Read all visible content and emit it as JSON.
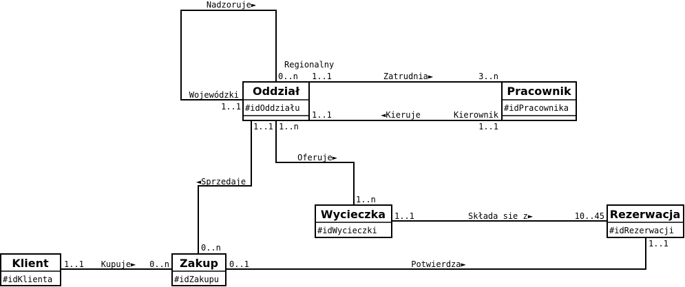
{
  "entities": {
    "oddzial": {
      "name": "Oddział",
      "attr": "#idOddziału"
    },
    "pracownik": {
      "name": "Pracownik",
      "attr": "#idPracownika"
    },
    "wycieczka": {
      "name": "Wycieczka",
      "attr": "#idWycieczki"
    },
    "rezerwacja": {
      "name": "Rezerwacja",
      "attr": "#idRezerwacji"
    },
    "klient": {
      "name": "Klient",
      "attr": "#idKlienta"
    },
    "zakup": {
      "name": "Zakup",
      "attr": "#idZakupu"
    }
  },
  "relations": {
    "nadzoruje": {
      "name": "Nadzoruje►",
      "role_top": "Regionalny",
      "card_top": "0..n",
      "role_bottom": "Wojewódzki",
      "card_bottom": "1..1"
    },
    "zatrudnia": {
      "name": "Zatrudnia►",
      "card_left": "1..1",
      "card_right": "3..n"
    },
    "kieruje": {
      "name": "◄Kieruje",
      "card_left": "1..1",
      "role_right": "Kierownik",
      "card_right": "1..1"
    },
    "sprzedaje": {
      "name": "◄Sprzedaje",
      "card_top": "1..1",
      "card_bottom": "0..n"
    },
    "oferuje": {
      "name": "Oferuje►",
      "card_top": "1..n",
      "card_bottom": "1..n"
    },
    "sklada_sie": {
      "name": "Składa sie z►",
      "card_left": "1..1",
      "card_right": "10..45"
    },
    "kupuje": {
      "name": "Kupuje►",
      "card_left": "1..1",
      "card_right": "0..n"
    },
    "potwierdza": {
      "name": "Potwierdza►",
      "card_left": "0..1",
      "card_right": "1..1"
    }
  }
}
